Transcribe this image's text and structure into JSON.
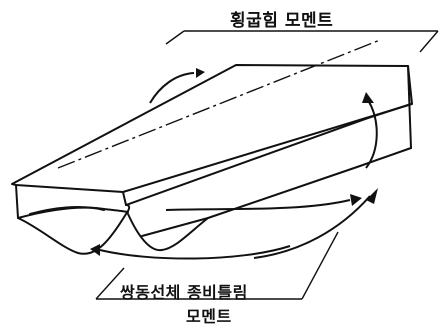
{
  "labels": {
    "transverse_moment": "횡굽힘 모멘트",
    "torsion_moment_line1": "쌍동선체 종비틀림",
    "torsion_moment_line2": "모멘트"
  },
  "colors": {
    "ink": "#111111",
    "background": "#ffffff"
  }
}
